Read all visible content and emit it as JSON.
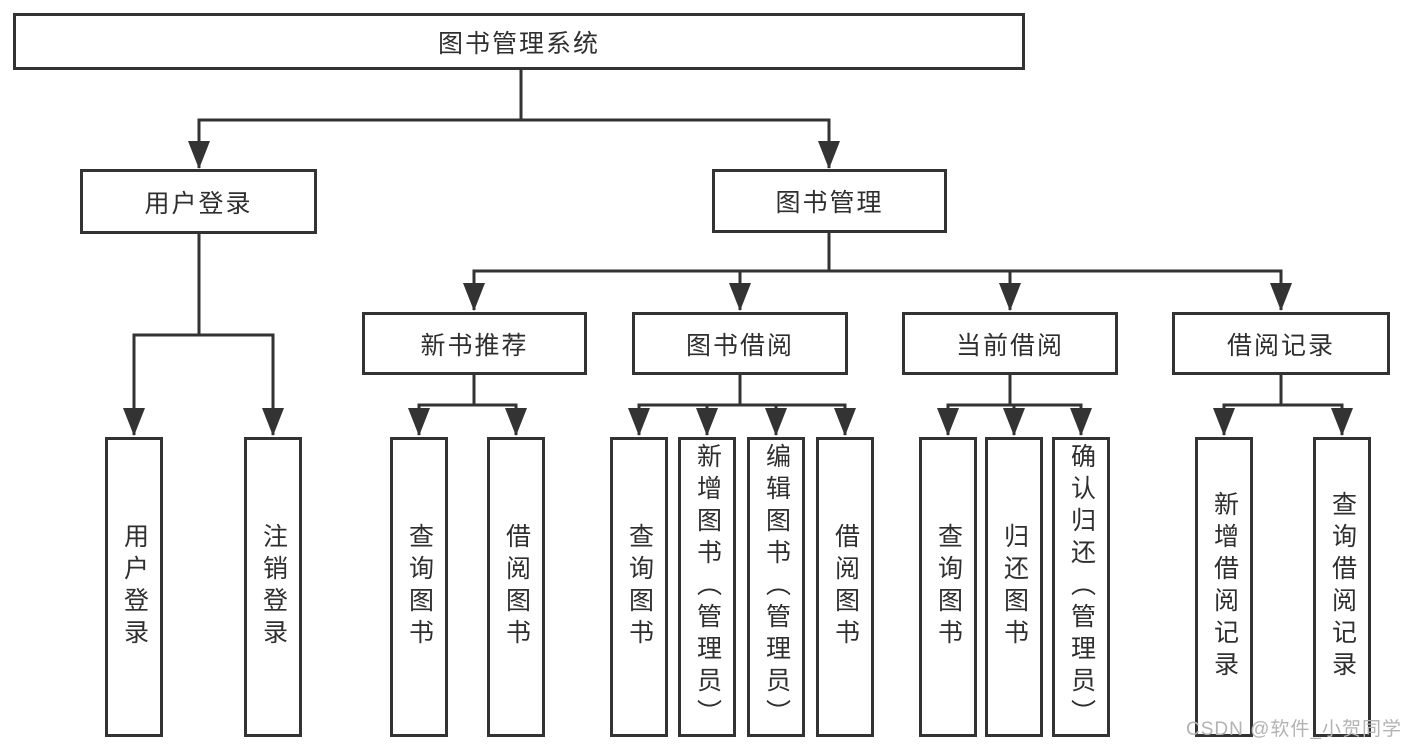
{
  "diagram": {
    "nodes": {
      "root": "图书管理系统",
      "user_login": "用户登录",
      "book_mgmt": "图书管理",
      "new_books": "新书推荐",
      "book_borrow": "图书借阅",
      "current_borrow": "当前借阅",
      "borrow_records": "借阅记录",
      "leaf_user_login": "用户登录",
      "leaf_logout": "注销登录",
      "nb_query_books": "查询图书",
      "nb_borrow_books": "借阅图书",
      "bb_query_books": "查询图书",
      "bb_add_books_admin": "新增图书（管理员）",
      "bb_edit_books_admin": "编辑图书（管理员）",
      "bb_borrow_books": "借阅图书",
      "cb_query_books": "查询图书",
      "cb_return_books": "归还图书",
      "cb_confirm_return_admin": "确认归还（管理员）",
      "br_add_record": "新增借阅记录",
      "br_query_record": "查询借阅记录"
    },
    "colors": {
      "line": "#333333",
      "text": "#2f2f2f",
      "background": "#ffffff",
      "watermark": "#b3b3b3"
    }
  },
  "watermark": "CSDN @软件_小贺同学"
}
